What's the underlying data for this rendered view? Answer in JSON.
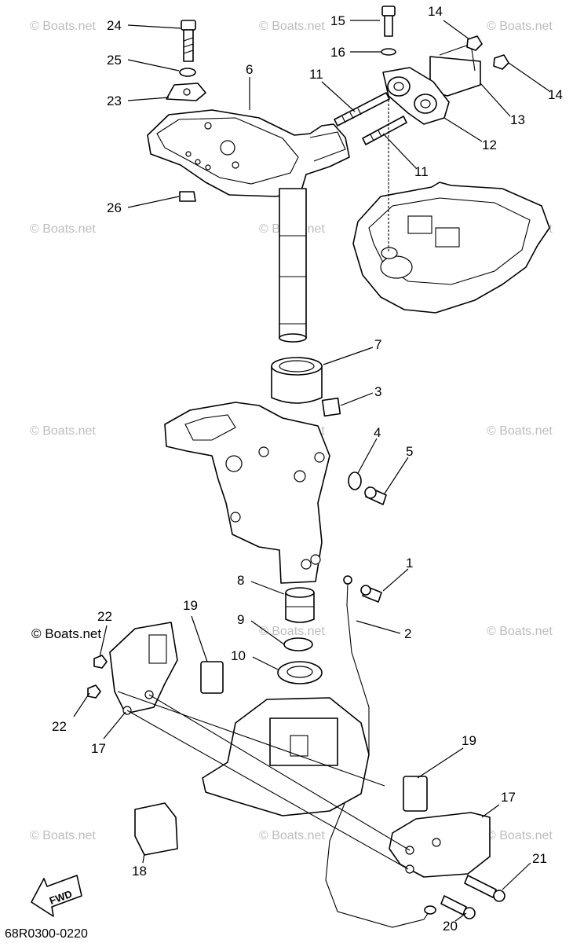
{
  "diagram": {
    "drawing_code": "68R0300-0220",
    "direction_marker": "FWD",
    "watermark": "© Boats.net",
    "watermark_prominent": "© Boats.net",
    "callouts": {
      "c1": "1",
      "c2": "2",
      "c3": "3",
      "c4": "4",
      "c5": "5",
      "c6": "6",
      "c7": "7",
      "c8": "8",
      "c9": "9",
      "c10": "10",
      "c11a": "11",
      "c11b": "11",
      "c12": "12",
      "c13": "13",
      "c14a": "14",
      "c14b": "14",
      "c15": "15",
      "c16": "16",
      "c17a": "17",
      "c17b": "17",
      "c18": "18",
      "c19a": "19",
      "c19b": "19",
      "c20": "20",
      "c21": "21",
      "c22a": "22",
      "c22b": "22",
      "c23": "23",
      "c24": "24",
      "c25": "25",
      "c26": "26"
    }
  }
}
